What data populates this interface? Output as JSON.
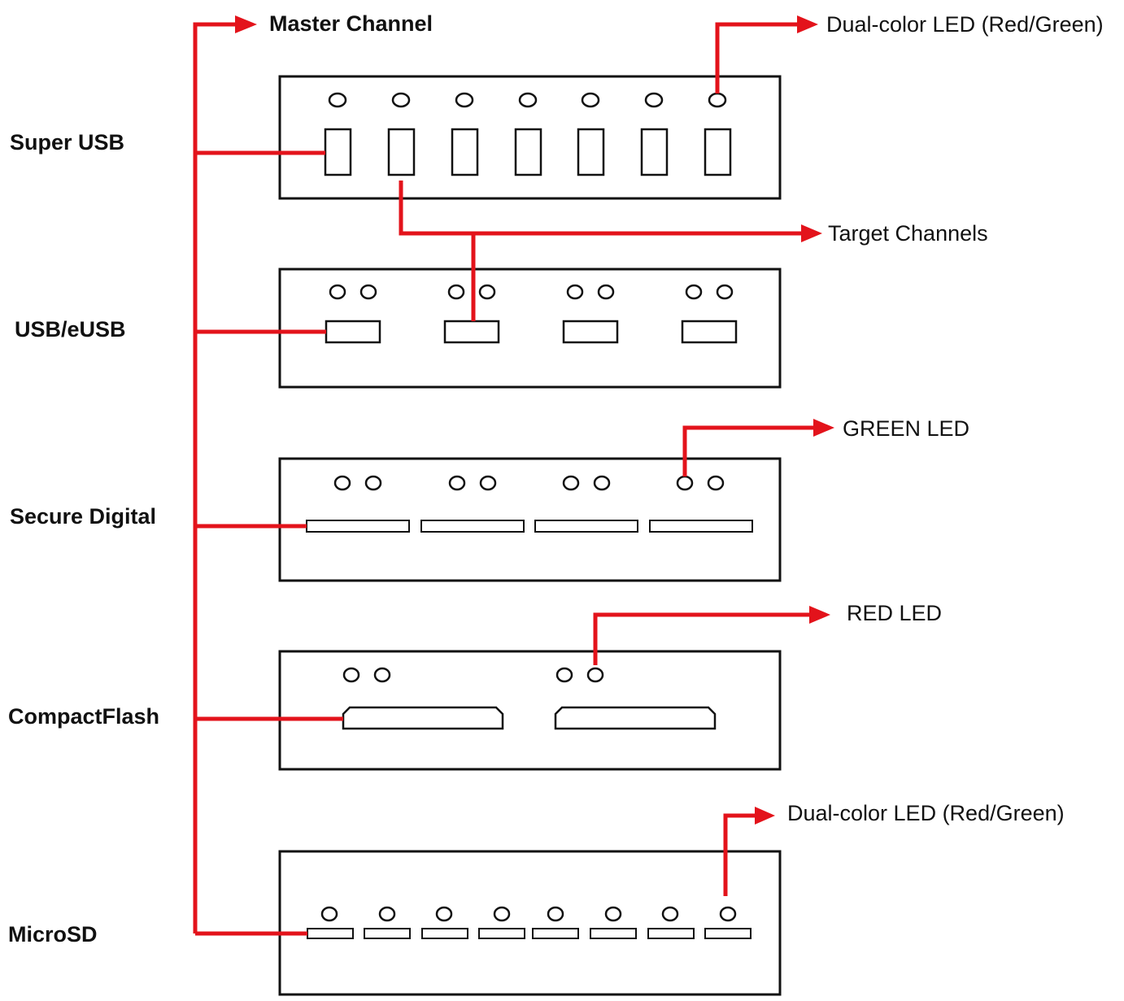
{
  "labels": {
    "master_channel": "Master Channel",
    "dual_led_top": "Dual-color LED (Red/Green)",
    "target_channels": "Target Channels",
    "green_led": "GREEN LED",
    "red_led": "RED LED",
    "dual_led_bottom": "Dual-color LED (Red/Green)"
  },
  "panels": [
    {
      "id": "super-usb",
      "name": "Super USB"
    },
    {
      "id": "usb-eusb",
      "name": "USB/eUSB"
    },
    {
      "id": "secure-digital",
      "name": "Secure Digital"
    },
    {
      "id": "compactflash",
      "name": "CompactFlash"
    },
    {
      "id": "microsd",
      "name": "MicroSD"
    }
  ],
  "colors": {
    "connector": "#e3131b",
    "outline": "#111111",
    "background": "#ffffff"
  }
}
